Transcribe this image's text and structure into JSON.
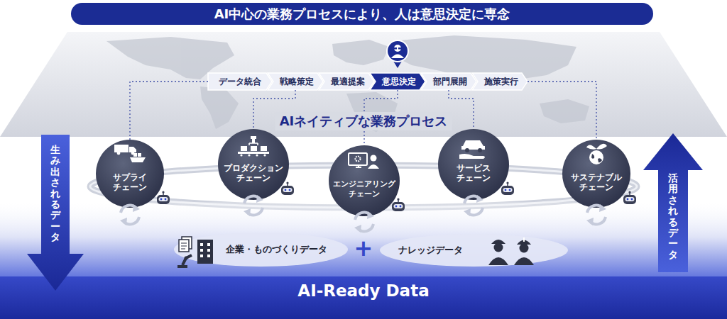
{
  "diagram": {
    "title": "AI中心の業務プロセスにより、人は意思決定に専念",
    "nodes": [
      {
        "text": [
          "AIネイティブな業務プロセス"
        ]
      },
      {
        "text": [
          "データ統合"
        ],
        "in": 0
      },
      {
        "text": [
          "戦略策定"
        ],
        "in": 0
      },
      {
        "text": [
          "最適提案"
        ],
        "in": 0
      },
      {
        "text": [
          "意思決定"
        ],
        "in": 0
      },
      {
        "text": [
          "部門展開"
        ],
        "in": 0
      },
      {
        "text": [
          "施策実行"
        ],
        "in": 0
      },
      {
        "text": [
          "生み出されるデータ"
        ]
      },
      {
        "text": [
          "サプライ チェーン"
        ]
      },
      {
        "text": [
          "プロダクション チェーン"
        ]
      },
      {
        "text": [
          "エンジニアリング チェーン"
        ]
      },
      {
        "text": [
          "サービス チェーン"
        ]
      },
      {
        "text": [
          "サステナブル チェーン"
        ]
      },
      {
        "text": [
          "活用されるデータ"
        ]
      },
      {
        "text": [
          "AI-Ready Data"
        ]
      },
      {
        "text": [
          "企業・ものづくりデータ"
        ],
        "in": 14
      },
      {
        "text": [
          "ナレッジデータ"
        ],
        "in": 14
      }
    ],
    "edges": [
      {
        "from": 1,
        "to": 8,
        "arrow": "none"
      },
      {
        "from": 2,
        "to": 9,
        "arrow": "none"
      },
      {
        "from": 4,
        "to": 10,
        "arrow": "none"
      },
      {
        "from": 5,
        "to": 11,
        "arrow": "none"
      },
      {
        "from": 6,
        "to": 12,
        "arrow": "none"
      }
    ],
    "labels": [
      "+"
    ]
  }
}
